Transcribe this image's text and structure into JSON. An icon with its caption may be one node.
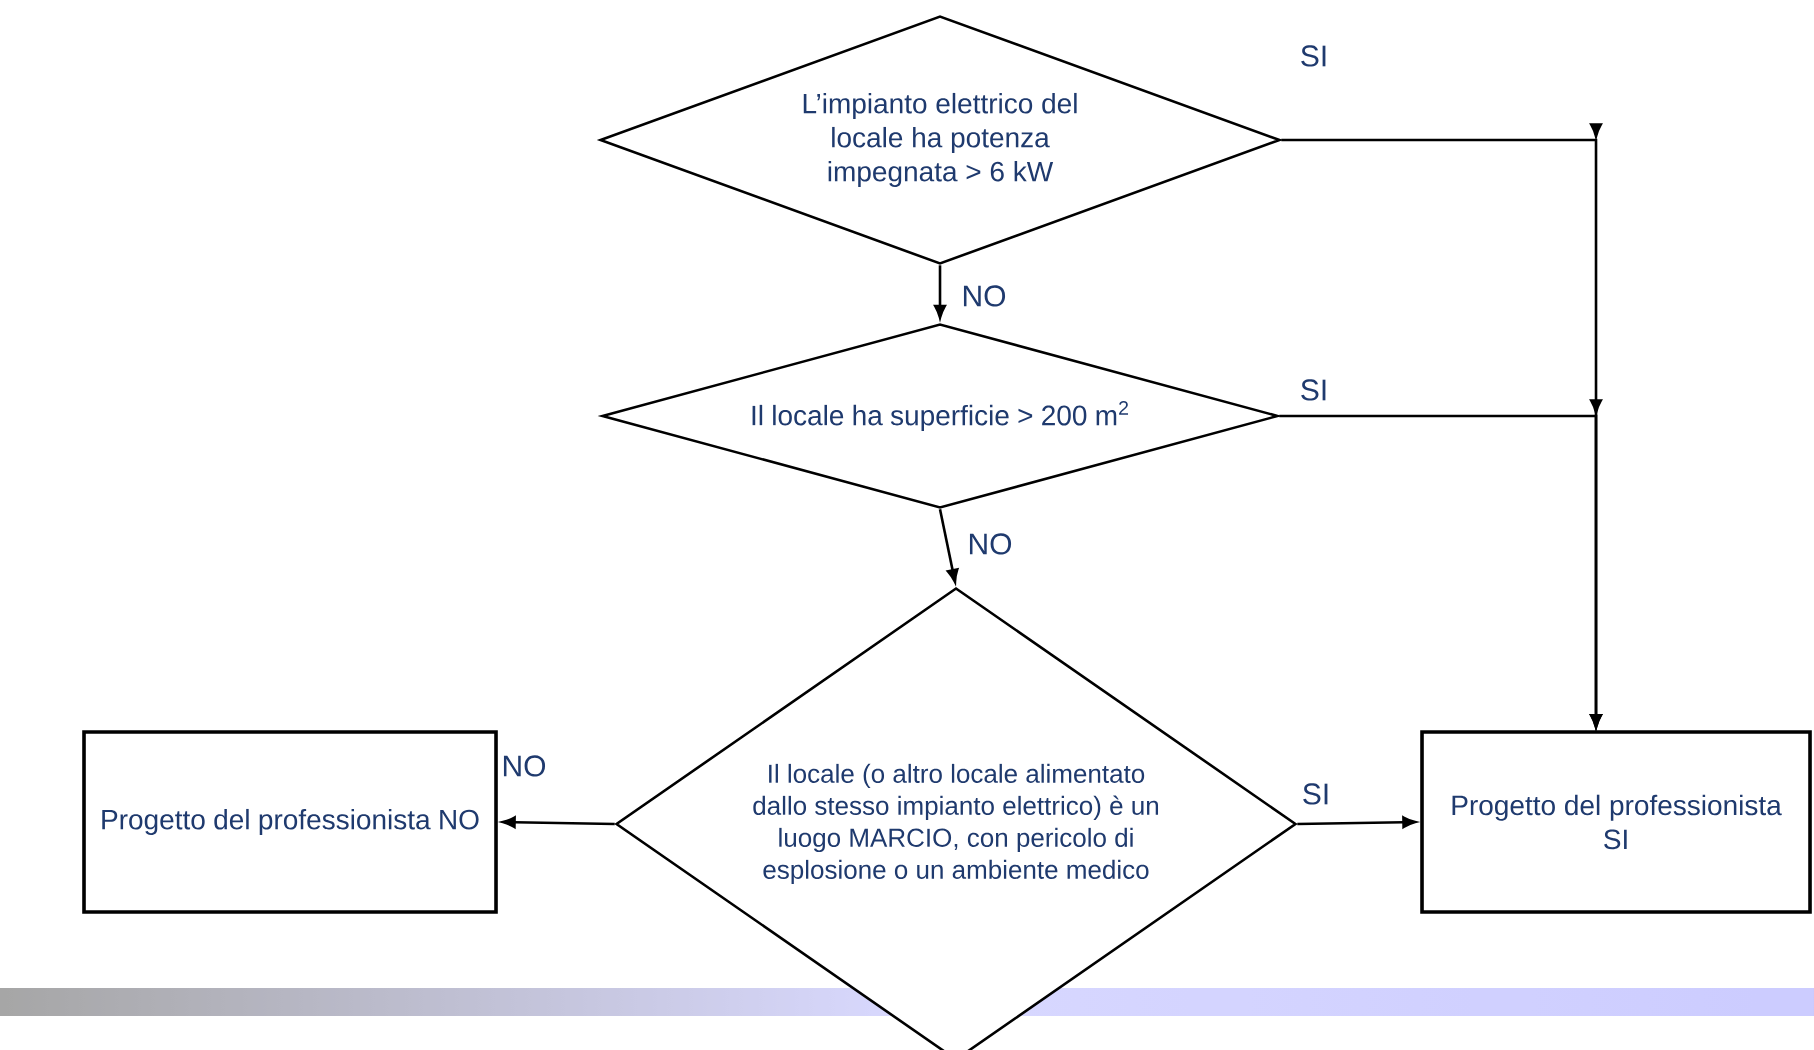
{
  "diagram": {
    "nodes": [
      {
        "text": [
          "L’impianto elettrico del locale ha potenza impegnata > 6 kW"
        ]
      },
      {
        "text": [
          "Il locale ha superficie > 200 m$^{2}$"
        ]
      },
      {
        "text": [
          "Il locale (o altro locale alimentato dallo stesso impianto elettrico) è un luogo MARCIO, con pericolo di esplosione o un ambiente medico"
        ]
      },
      {
        "text": [
          "Progetto del professionista NO"
        ]
      },
      {
        "text": [
          "Progetto del professionista SI"
        ]
      }
    ],
    "edges": [
      {
        "from": 0,
        "to": 1,
        "arrow": "to",
        "label": "NO"
      },
      {
        "from": 1,
        "to": 2,
        "arrow": "to",
        "label": "NO"
      },
      {
        "from": 0,
        "to": 4,
        "arrow": "to",
        "label": "SI"
      },
      {
        "from": 1,
        "to": 4,
        "arrow": "to",
        "label": "SI"
      },
      {
        "from": 2,
        "to": 3,
        "arrow": "to",
        "label": "NO"
      },
      {
        "from": 2,
        "to": 4,
        "arrow": "to",
        "label": "SI"
      }
    ]
  }
}
